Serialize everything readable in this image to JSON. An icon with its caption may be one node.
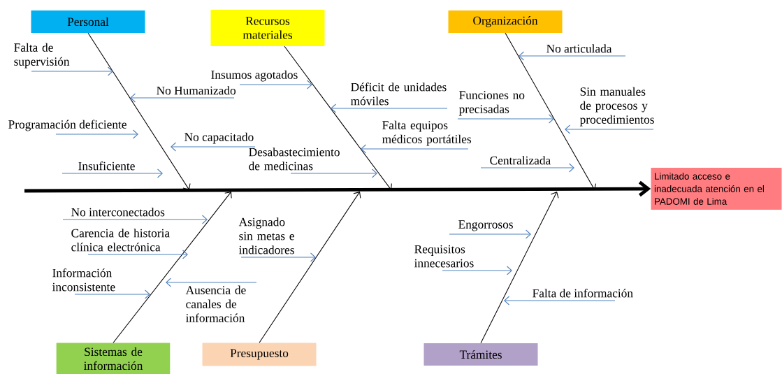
{
  "diagram": {
    "nodes": [
      {
        "text": [
          "Personal"
        ]
      },
      {
        "text": [
          "Recursos materiales"
        ]
      },
      {
        "text": [
          "Organización"
        ]
      },
      {
        "text": [
          "Limitado acceso e inadecuada atención en el PADOMI de Lima"
        ]
      },
      {
        "text": [
          "Sistemas de información"
        ]
      },
      {
        "text": [
          "Presupuesto"
        ]
      },
      {
        "text": [
          "Trámites"
        ]
      },
      {
        "text": [
          "Falta de supervisión"
        ]
      },
      {
        "text": [
          "No Humanizado"
        ]
      },
      {
        "text": [
          "Programación deficiente"
        ]
      },
      {
        "text": [
          "No capacitado"
        ]
      },
      {
        "text": [
          "Insuficiente"
        ]
      },
      {
        "text": [
          "Insumos agotados"
        ]
      },
      {
        "text": [
          "Déficit de unidades móviles"
        ]
      },
      {
        "text": [
          "Falta equipos médicos portátiles"
        ]
      },
      {
        "text": [
          "Desabastecimiento de medicinas"
        ]
      },
      {
        "text": [
          "No articulada"
        ]
      },
      {
        "text": [
          "Funciones no precisadas"
        ]
      },
      {
        "text": [
          "Sin manuales de procesos y procedimientos"
        ]
      },
      {
        "text": [
          "Centralizada"
        ]
      },
      {
        "text": [
          "No interconectados"
        ]
      },
      {
        "text": [
          "Carencia de historia clínica electrónica"
        ]
      },
      {
        "text": [
          "Ausencia de canales de información"
        ]
      },
      {
        "text": [
          "Información inconsistente"
        ]
      },
      {
        "text": [
          "Asignado sin metas e indicadores"
        ]
      },
      {
        "text": [
          "Engorrosos"
        ]
      },
      {
        "text": [
          "Requisitos innecesarios"
        ]
      },
      {
        "text": [
          "Falta de información"
        ]
      }
    ],
    "edges": [
      {
        "from": null,
        "to": 3,
        "arrow": "to",
        "style": "thick",
        "color": "#000000"
      },
      {
        "from": 0,
        "to": null,
        "arrow": "to",
        "color": "#000000"
      },
      {
        "from": 1,
        "to": null,
        "arrow": "to",
        "color": "#000000"
      },
      {
        "from": 2,
        "to": null,
        "arrow": "to",
        "color": "#000000"
      },
      {
        "from": 4,
        "to": null,
        "arrow": "to",
        "color": "#000000"
      },
      {
        "from": 5,
        "to": null,
        "arrow": "to",
        "color": "#000000"
      },
      {
        "from": 6,
        "to": null,
        "arrow": "to",
        "color": "#000000"
      },
      {
        "from": 7,
        "to": null,
        "arrow": "to"
      },
      {
        "from": 8,
        "to": null,
        "arrow": "to"
      },
      {
        "from": 9,
        "to": null,
        "arrow": "to"
      },
      {
        "from": 10,
        "to": null,
        "arrow": "to"
      },
      {
        "from": 11,
        "to": null,
        "arrow": "to"
      },
      {
        "from": 12,
        "to": null,
        "arrow": "to"
      },
      {
        "from": 13,
        "to": null,
        "arrow": "to"
      },
      {
        "from": 14,
        "to": null,
        "arrow": "to"
      },
      {
        "from": 15,
        "to": null,
        "arrow": "to"
      },
      {
        "from": 16,
        "to": null,
        "arrow": "to"
      },
      {
        "from": 17,
        "to": null,
        "arrow": "to"
      },
      {
        "from": 18,
        "to": null,
        "arrow": "to"
      },
      {
        "from": 19,
        "to": null,
        "arrow": "to"
      },
      {
        "from": 20,
        "to": null,
        "arrow": "to"
      },
      {
        "from": 21,
        "to": null,
        "arrow": "to"
      },
      {
        "from": 22,
        "to": null,
        "arrow": "to"
      },
      {
        "from": 23,
        "to": null,
        "arrow": "to"
      },
      {
        "from": 24,
        "to": null,
        "arrow": "to"
      },
      {
        "from": 25,
        "to": null,
        "arrow": "to"
      },
      {
        "from": 26,
        "to": null,
        "arrow": "to"
      },
      {
        "from": 27,
        "to": null,
        "arrow": "to"
      }
    ]
  }
}
